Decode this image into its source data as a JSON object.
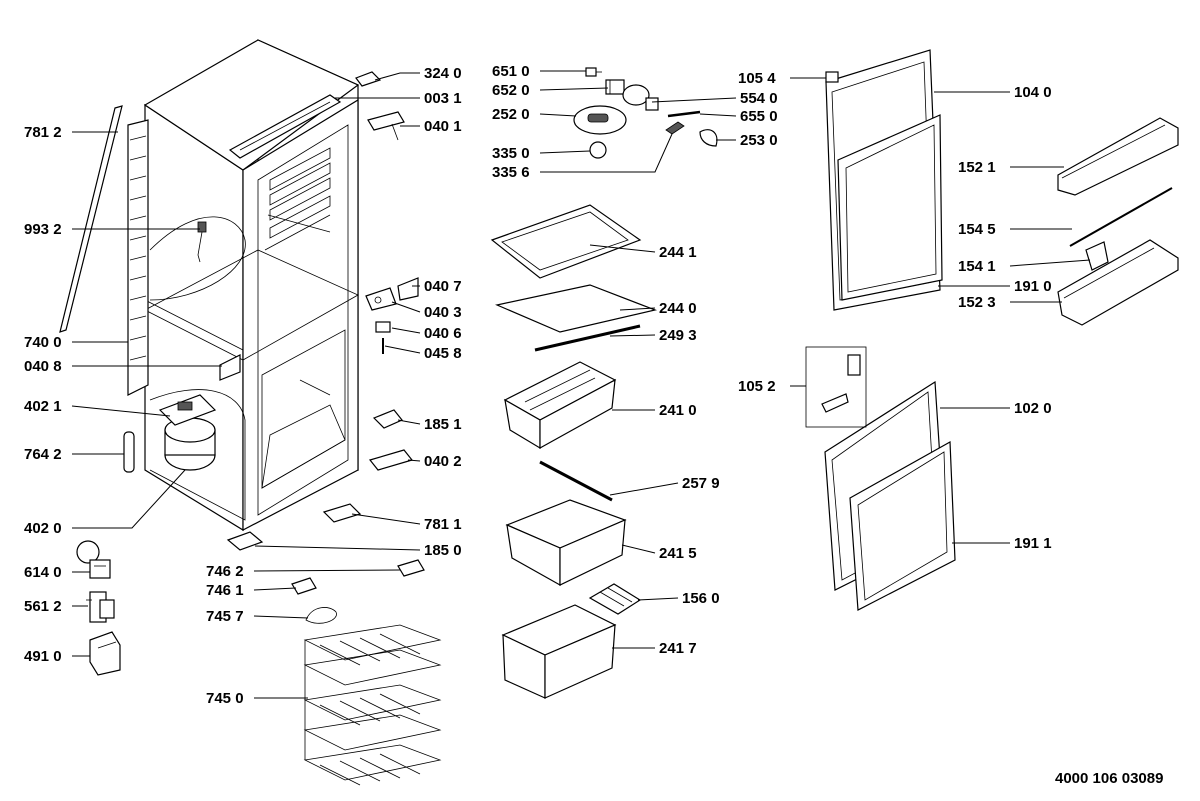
{
  "document_number": "4000 106 03089",
  "callouts": [
    {
      "id": "781 2",
      "text": "781 2"
    },
    {
      "id": "993 2",
      "text": "993 2"
    },
    {
      "id": "740 0",
      "text": "740 0"
    },
    {
      "id": "040 8",
      "text": "040 8"
    },
    {
      "id": "402 1",
      "text": "402 1"
    },
    {
      "id": "764 2",
      "text": "764 2"
    },
    {
      "id": "402 0",
      "text": "402 0"
    },
    {
      "id": "614 0",
      "text": "614 0"
    },
    {
      "id": "561 2",
      "text": "561 2"
    },
    {
      "id": "491 0",
      "text": "491 0"
    },
    {
      "id": "324 0",
      "text": "324 0"
    },
    {
      "id": "003 1",
      "text": "003 1"
    },
    {
      "id": "040 1",
      "text": "040 1"
    },
    {
      "id": "040 7",
      "text": "040 7"
    },
    {
      "id": "040 3",
      "text": "040 3"
    },
    {
      "id": "040 6",
      "text": "040 6"
    },
    {
      "id": "045 8",
      "text": "045 8"
    },
    {
      "id": "185 1",
      "text": "185 1"
    },
    {
      "id": "040 2",
      "text": "040 2"
    },
    {
      "id": "781 1",
      "text": "781 1"
    },
    {
      "id": "185 0",
      "text": "185 0"
    },
    {
      "id": "746 2",
      "text": "746 2"
    },
    {
      "id": "746 1",
      "text": "746 1"
    },
    {
      "id": "745 7",
      "text": "745 7"
    },
    {
      "id": "745 0",
      "text": "745 0"
    },
    {
      "id": "651 0",
      "text": "651 0"
    },
    {
      "id": "652 0",
      "text": "652 0"
    },
    {
      "id": "252 0",
      "text": "252 0"
    },
    {
      "id": "335 0",
      "text": "335 0"
    },
    {
      "id": "335 6",
      "text": "335 6"
    },
    {
      "id": "554 0",
      "text": "554 0"
    },
    {
      "id": "655 0",
      "text": "655 0"
    },
    {
      "id": "253 0",
      "text": "253 0"
    },
    {
      "id": "244 1",
      "text": "244 1"
    },
    {
      "id": "244 0",
      "text": "244 0"
    },
    {
      "id": "249 3",
      "text": "249 3"
    },
    {
      "id": "241 0",
      "text": "241 0"
    },
    {
      "id": "257 9",
      "text": "257 9"
    },
    {
      "id": "241 5",
      "text": "241 5"
    },
    {
      "id": "156 0",
      "text": "156 0"
    },
    {
      "id": "241 7",
      "text": "241 7"
    },
    {
      "id": "105 4",
      "text": "105 4"
    },
    {
      "id": "104 0",
      "text": "104 0"
    },
    {
      "id": "152 1",
      "text": "152 1"
    },
    {
      "id": "154 5",
      "text": "154 5"
    },
    {
      "id": "154 1",
      "text": "154 1"
    },
    {
      "id": "191 0",
      "text": "191 0"
    },
    {
      "id": "152 3",
      "text": "152 3"
    },
    {
      "id": "105 2",
      "text": "105 2"
    },
    {
      "id": "102 0",
      "text": "102 0"
    },
    {
      "id": "191 1",
      "text": "191 1"
    }
  ]
}
